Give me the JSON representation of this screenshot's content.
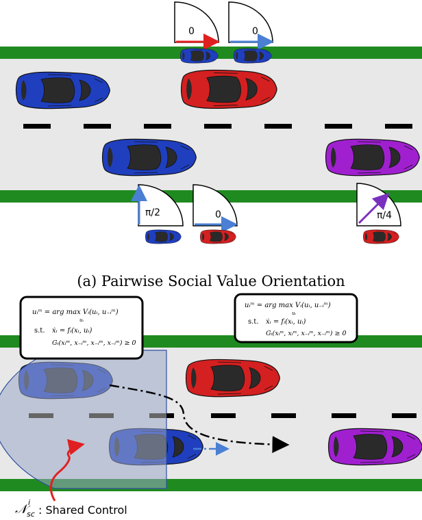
{
  "panel_a": {
    "caption": "(a) Pairwise Social Value Orientation",
    "dials": [
      {
        "label": "0",
        "color": "#e02020"
      },
      {
        "label": "0",
        "color": "#4a7fd4"
      },
      {
        "label": "π/2",
        "color": "#4a7fd4"
      },
      {
        "label": "0",
        "color": "#4a7fd4"
      },
      {
        "label": "π/4",
        "color": "#7a2fbf"
      }
    ]
  },
  "panel_b": {
    "box_left": {
      "line1": "uᵢᵐ = arg max Vᵢ(uᵢ, u₋ᵢᵐ)",
      "line1_sub": "uᵢ",
      "line2_prefix": "s.t.",
      "line2": "ẋᵢ = fᵢ(xᵢ, uᵢ)",
      "line3": "Gᵢ(xᵢᵐ, x₋ᵢᵐ, x₋ᵢᵐ, x₋ᵢᵐ) ≥ 0"
    },
    "box_right": {
      "line1": "uᵢᵐ = arg max Vᵢ(uᵢ, u₋ᵢᵐ)",
      "line1_sub": "uᵢ",
      "line2_prefix": "s.t.",
      "line2": "ẋᵢ = fᵢ(xᵢ, uᵢ)",
      "line3": "Gᵢ(xᵢᵐ, xᵢᵐ, x₋ᵢᵐ, x₋ᵢᵐ) ≥ 0"
    },
    "legend_symbol": "𝒩",
    "legend_sub": "sc",
    "legend_sup": "i",
    "legend_text": ": Shared Control"
  },
  "colors": {
    "road": "#e8e8e8",
    "grass": "#1f8a1f",
    "blue_car": "#1f3fbf",
    "red_car": "#d42020",
    "purple_car": "#a020d0",
    "region_fill": "#9aa8c8",
    "region_stroke": "#3050a0"
  }
}
